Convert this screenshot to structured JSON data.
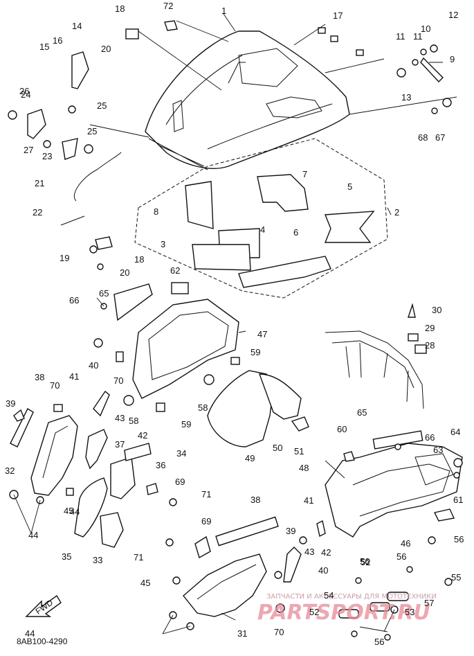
{
  "diagram_code": "8AB100-4290",
  "front_label": "FWD",
  "watermark": {
    "line1": "ЗАПЧАСТИ И АКСЕССУАРЫ ДЛЯ МОТОТЕХНИКИ",
    "line2": "PARTSPORT.RU"
  },
  "callouts": [
    "1",
    "2",
    "3",
    "4",
    "5",
    "6",
    "7",
    "8",
    "9",
    "10",
    "11",
    "11",
    "12",
    "13",
    "14",
    "15",
    "16",
    "17",
    "18",
    "18",
    "19",
    "20",
    "20",
    "21",
    "22",
    "23",
    "24",
    "25",
    "25",
    "26",
    "27",
    "28",
    "29",
    "30",
    "31",
    "32",
    "33",
    "34",
    "35",
    "36",
    "37",
    "38",
    "38",
    "39",
    "39",
    "40",
    "40",
    "41",
    "41",
    "42",
    "42",
    "43",
    "43",
    "44",
    "44",
    "44",
    "45",
    "45",
    "46",
    "47",
    "48",
    "49",
    "50",
    "51",
    "52",
    "52",
    "53",
    "54",
    "55",
    "56",
    "56",
    "56",
    "56",
    "57",
    "58",
    "58",
    "59",
    "59",
    "60",
    "61",
    "62",
    "63",
    "64",
    "65",
    "65",
    "66",
    "66",
    "67",
    "68",
    "69",
    "69",
    "70",
    "70",
    "70",
    "71",
    "71",
    "72"
  ]
}
